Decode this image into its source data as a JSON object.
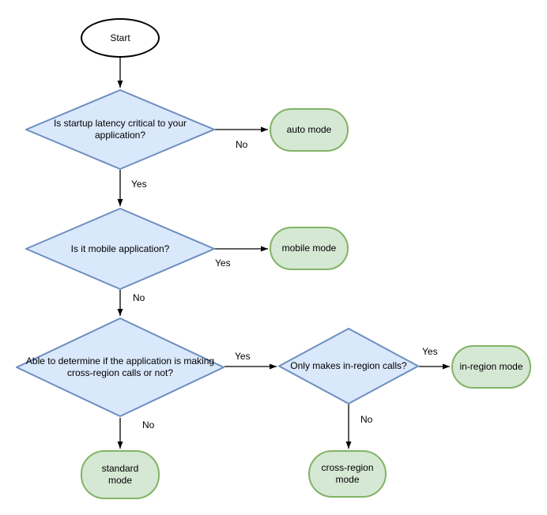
{
  "diagram": {
    "type": "flowchart",
    "nodes": {
      "start": {
        "label": "Start",
        "shape": "ellipse"
      },
      "decision_startup_latency": {
        "label": "Is startup latency critical to your application?",
        "shape": "diamond"
      },
      "auto_mode": {
        "label": "auto mode",
        "shape": "rounded"
      },
      "decision_mobile": {
        "label": "Is it mobile application?",
        "shape": "diamond"
      },
      "mobile_mode": {
        "label": "mobile mode",
        "shape": "rounded"
      },
      "decision_cross_region": {
        "label": "Able to determine if the application is making cross-region calls or not?",
        "shape": "diamond"
      },
      "decision_in_region": {
        "label": "Only makes in-region calls?",
        "shape": "diamond"
      },
      "in_region_mode": {
        "label": "in-region mode",
        "shape": "rounded"
      },
      "standard_mode": {
        "label": "standard mode",
        "shape": "rounded"
      },
      "cross_region_mode": {
        "label": "cross-region mode",
        "shape": "rounded"
      }
    },
    "edges": [
      {
        "from": "start",
        "to": "decision_startup_latency",
        "label": ""
      },
      {
        "from": "decision_startup_latency",
        "to": "auto_mode",
        "label": "No"
      },
      {
        "from": "decision_startup_latency",
        "to": "decision_mobile",
        "label": "Yes"
      },
      {
        "from": "decision_mobile",
        "to": "mobile_mode",
        "label": "Yes"
      },
      {
        "from": "decision_mobile",
        "to": "decision_cross_region",
        "label": "No"
      },
      {
        "from": "decision_cross_region",
        "to": "decision_in_region",
        "label": "Yes"
      },
      {
        "from": "decision_cross_region",
        "to": "standard_mode",
        "label": "No"
      },
      {
        "from": "decision_in_region",
        "to": "in_region_mode",
        "label": "Yes"
      },
      {
        "from": "decision_in_region",
        "to": "cross_region_mode",
        "label": "No"
      }
    ],
    "colors": {
      "decision_fill": "#dae8fc",
      "decision_border": "#6c8ebf",
      "terminal_fill": "#d5e8d4",
      "terminal_border": "#82b366",
      "start_fill": "#ffffff",
      "start_border": "#000000",
      "edge": "#000000"
    }
  }
}
